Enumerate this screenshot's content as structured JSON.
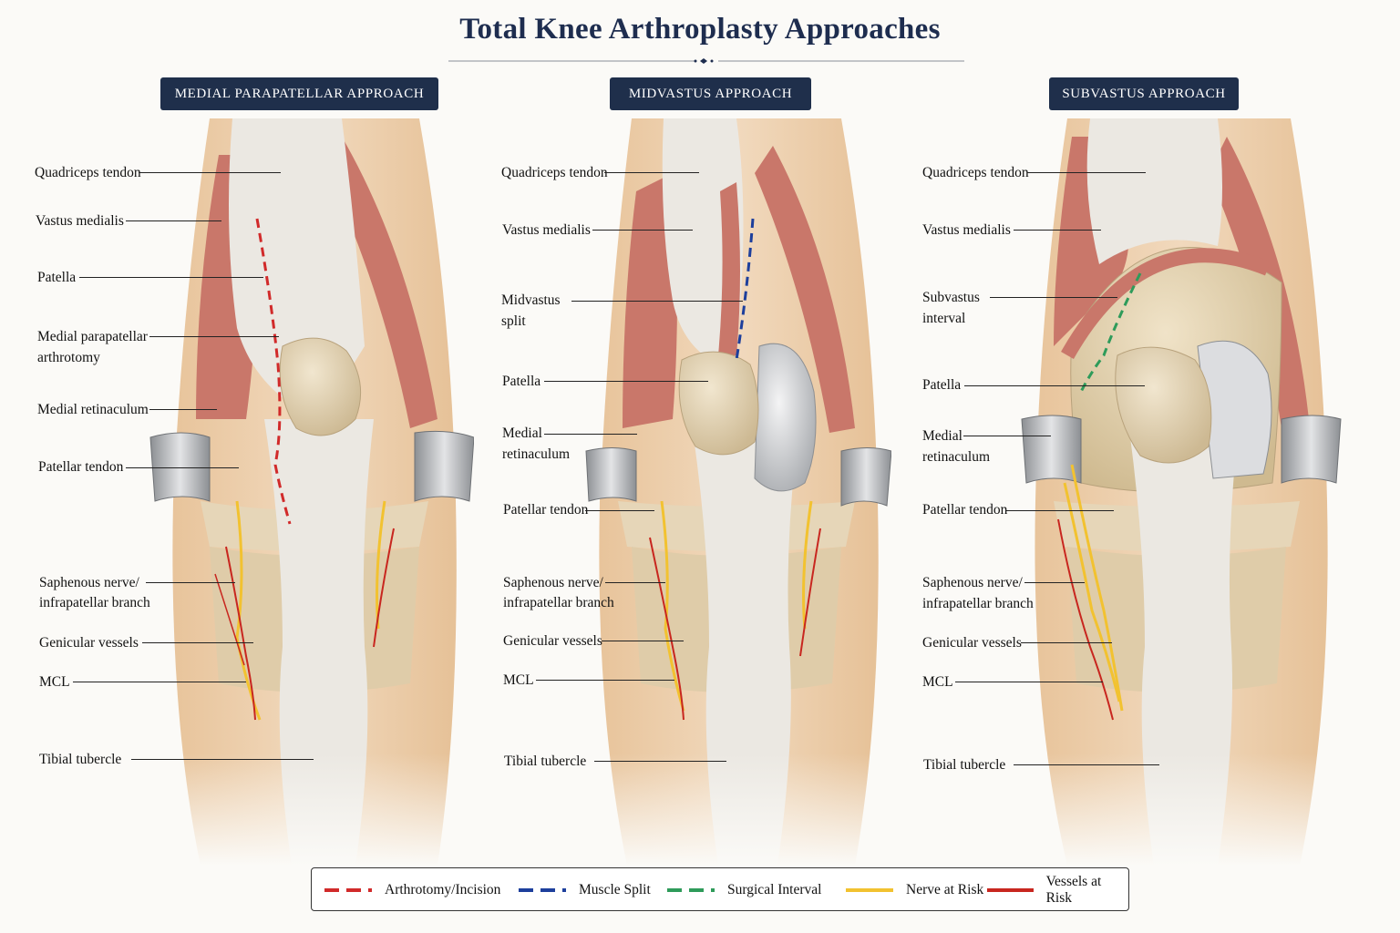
{
  "title": "Total Knee Arthroplasty Approaches",
  "panels": [
    {
      "header": "MEDIAL PARAPATELLAR APPROACH",
      "labels": {
        "quad": "Quadriceps tendon",
        "vm": "Vastus medialis",
        "patella": "Patella",
        "arthrotomy_1": "Medial parapatellar",
        "arthrotomy_2": "arthrotomy",
        "retinaculum": "Medial retinaculum",
        "ptendon": "Patellar tendon",
        "nerve_1": "Saphenous nerve/",
        "nerve_2": "infrapatellar branch",
        "vessels": "Genicular vessels",
        "mcl": "MCL",
        "tubercle": "Tibial tubercle"
      }
    },
    {
      "header": "MIDVASTUS APPROACH",
      "labels": {
        "quad": "Quadriceps tendon",
        "vm": "Vastus medialis",
        "split_1": "Midvastus",
        "split_2": "split",
        "patella": "Patella",
        "retinaculum_1": "Medial",
        "retinaculum_2": "retinaculum",
        "ptendon": "Patellar tendon",
        "nerve_1": "Saphenous nerve/",
        "nerve_2": "infrapatellar branch",
        "vessels": "Genicular vessels",
        "mcl": "MCL",
        "tubercle": "Tibial tubercle"
      }
    },
    {
      "header": "SUBVASTUS APPROACH",
      "labels": {
        "quad": "Quadriceps tendon",
        "vm": "Vastus medialis",
        "interval_1": "Subvastus",
        "interval_2": "interval",
        "patella": "Patella",
        "retinaculum_1": "Medial",
        "retinaculum_2": "retinaculum",
        "ptendon": "Patellar tendon",
        "nerve_1": "Saphenous nerve/",
        "nerve_2": "infrapatellar branch",
        "vessels": "Genicular vessels",
        "mcl": "MCL",
        "tubercle": "Tibial tubercle"
      }
    }
  ],
  "legend": [
    {
      "label": "Arthrotomy/Incision",
      "color": "#d12a2a",
      "style": "dashed"
    },
    {
      "label": "Muscle Split",
      "color": "#1d3f9c",
      "style": "dashed"
    },
    {
      "label": "Surgical Interval",
      "color": "#2e9b5a",
      "style": "dashed"
    },
    {
      "label": "Nerve at Risk",
      "color": "#f2c230",
      "style": "solid"
    },
    {
      "label": "Vessels at Risk",
      "color": "#c8261f",
      "style": "solid"
    }
  ],
  "colors": {
    "header_bg": "#1f2f4b",
    "title": "#1e2d4f",
    "skin": "#eccfae",
    "muscle": "#c9776a",
    "tendon": "#ebe8e2",
    "bone": "#e6d6b8",
    "retractor": "#a8aaad"
  }
}
